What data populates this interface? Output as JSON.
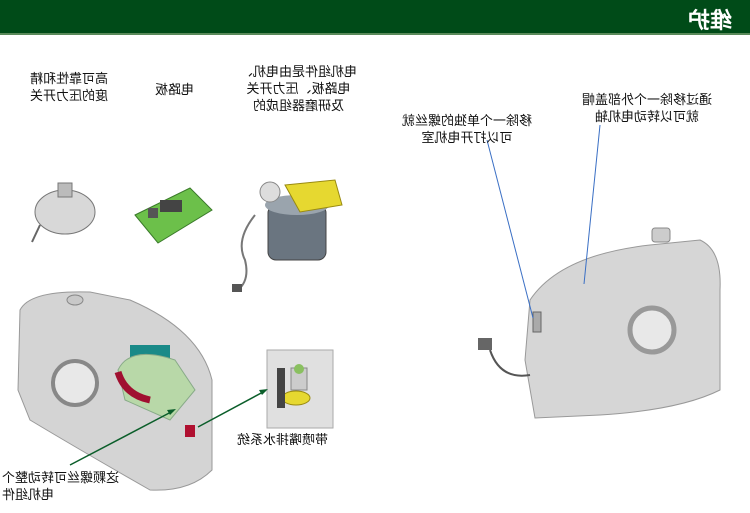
{
  "header": {
    "title": "维护"
  },
  "labels": {
    "pressure_switch": [
      "高可靠性和精",
      "度的压力开关"
    ],
    "circuit_board": "电路板",
    "motor_assembly": [
      "电机组件是由电机、",
      "电路板、压力开关",
      "及研磨器组成的"
    ],
    "single_screw": [
      "移除一个单独的螺丝就",
      "可以打开电机室"
    ],
    "external_cap": [
      "通过移除一个外部盖帽",
      "就可以转动电机轴"
    ],
    "drain": "带喷嘴排水系统",
    "rotate_screw": [
      "这颗螺丝可转动整个",
      "电机组件"
    ]
  },
  "colors": {
    "header": "#004b18",
    "arrow_green": "#0b5e2a",
    "arrow_blue": "#3a6fc4"
  }
}
